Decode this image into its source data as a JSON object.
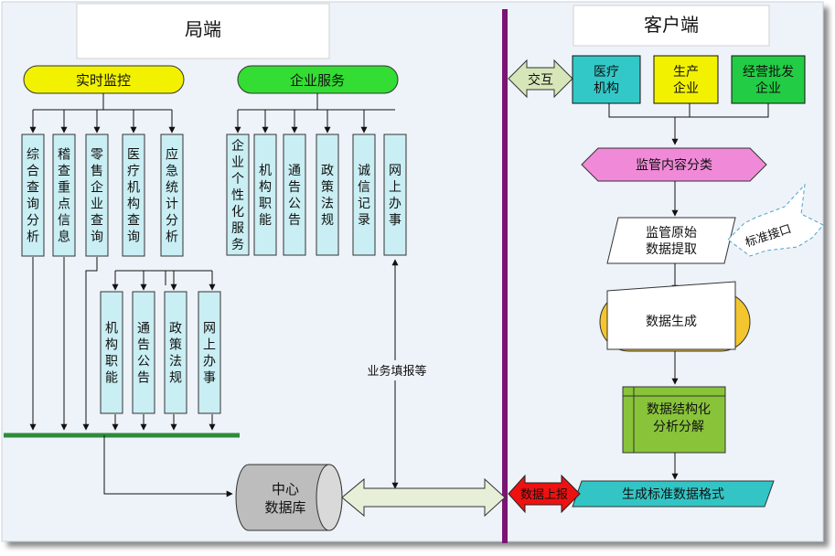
{
  "left_title": "局端",
  "right_title": "客户端",
  "left": {
    "realtime": {
      "label": "实时监控",
      "items": [
        "综合查询分析",
        "稽查重点信息",
        "零售企业查询",
        "医疗机构查询",
        "应急统计分析"
      ]
    },
    "service": {
      "label": "企业服务",
      "items": [
        "企业个性化服务",
        "机构职能",
        "通告公告",
        "政策法规",
        "诚信记录",
        "网上办事"
      ]
    },
    "sub_items": [
      "机构职能",
      "通告公告",
      "政策法规",
      "网上办事"
    ],
    "business_label": "业务填报等",
    "database": "中心数据库"
  },
  "right": {
    "interact_label": "交互",
    "sources": [
      "医疗机构",
      "生产企业",
      "经营批发企业"
    ],
    "classify": "监管内容分类",
    "extract": "监管原始数据提取",
    "std_interface": "标准接口",
    "generate": "数据生成",
    "structure": "数据结构化分析分解",
    "std_format": "生成标准数据格式",
    "upload": "数据上报"
  },
  "colors": {
    "background": "#eef3f9",
    "box_fill": "#c9eef3",
    "realtime_fill": "#f2f200",
    "service_fill": "#33dd33",
    "divider": "#7a1574",
    "bus_line": "#2e8b3a",
    "classify_fill": "#f08ad8",
    "structure_fill": "#88c33a",
    "generate_fill": "#f3c62f",
    "format_fill": "#33c5c5",
    "upload_fill": "#ee1111",
    "interact_fill": "#d6e6b8",
    "source_1": "#33c8c8",
    "source_2": "#f2f200",
    "source_3": "#22cc44"
  }
}
